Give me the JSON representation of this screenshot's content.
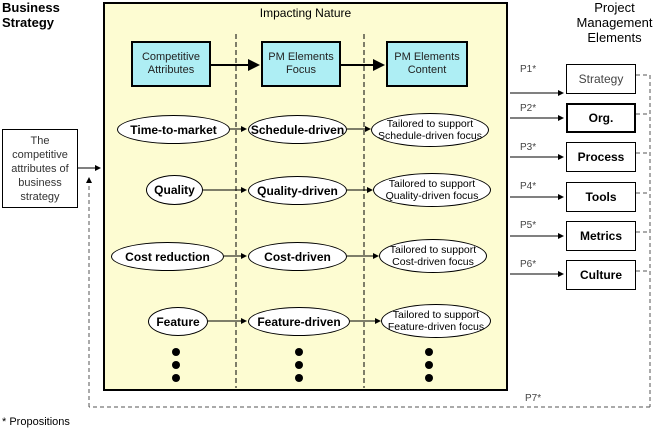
{
  "headers": {
    "business_strategy": "Business Strategy",
    "impacting_nature": "Impacting Nature",
    "pm_elements": "Project Management Elements"
  },
  "left_box": "The competitive attributes of business strategy",
  "columns": [
    "Competitive Attributes",
    "PM Elements Focus",
    "PM Elements Content"
  ],
  "rows": [
    {
      "attribute": "Time-to-market",
      "focus": "Schedule-driven",
      "content": "Tailored to support Schedule-driven focus"
    },
    {
      "attribute": "Quality",
      "focus": "Quality-driven",
      "content": "Tailored to support Quality-driven focus"
    },
    {
      "attribute": "Cost reduction",
      "focus": "Cost-driven",
      "content": "Tailored to support Cost-driven focus"
    },
    {
      "attribute": "Feature",
      "focus": "Feature-driven",
      "content": "Tailored to support Feature-driven focus"
    }
  ],
  "pm_elements": [
    {
      "prop": "P1*",
      "label": "Strategy"
    },
    {
      "prop": "P2*",
      "label": "Org."
    },
    {
      "prop": "P3*",
      "label": "Process"
    },
    {
      "prop": "P4*",
      "label": "Tools"
    },
    {
      "prop": "P5*",
      "label": "Metrics"
    },
    {
      "prop": "P6*",
      "label": "Culture"
    }
  ],
  "feedback_prop": "P7*",
  "footnote": "* Propositions"
}
